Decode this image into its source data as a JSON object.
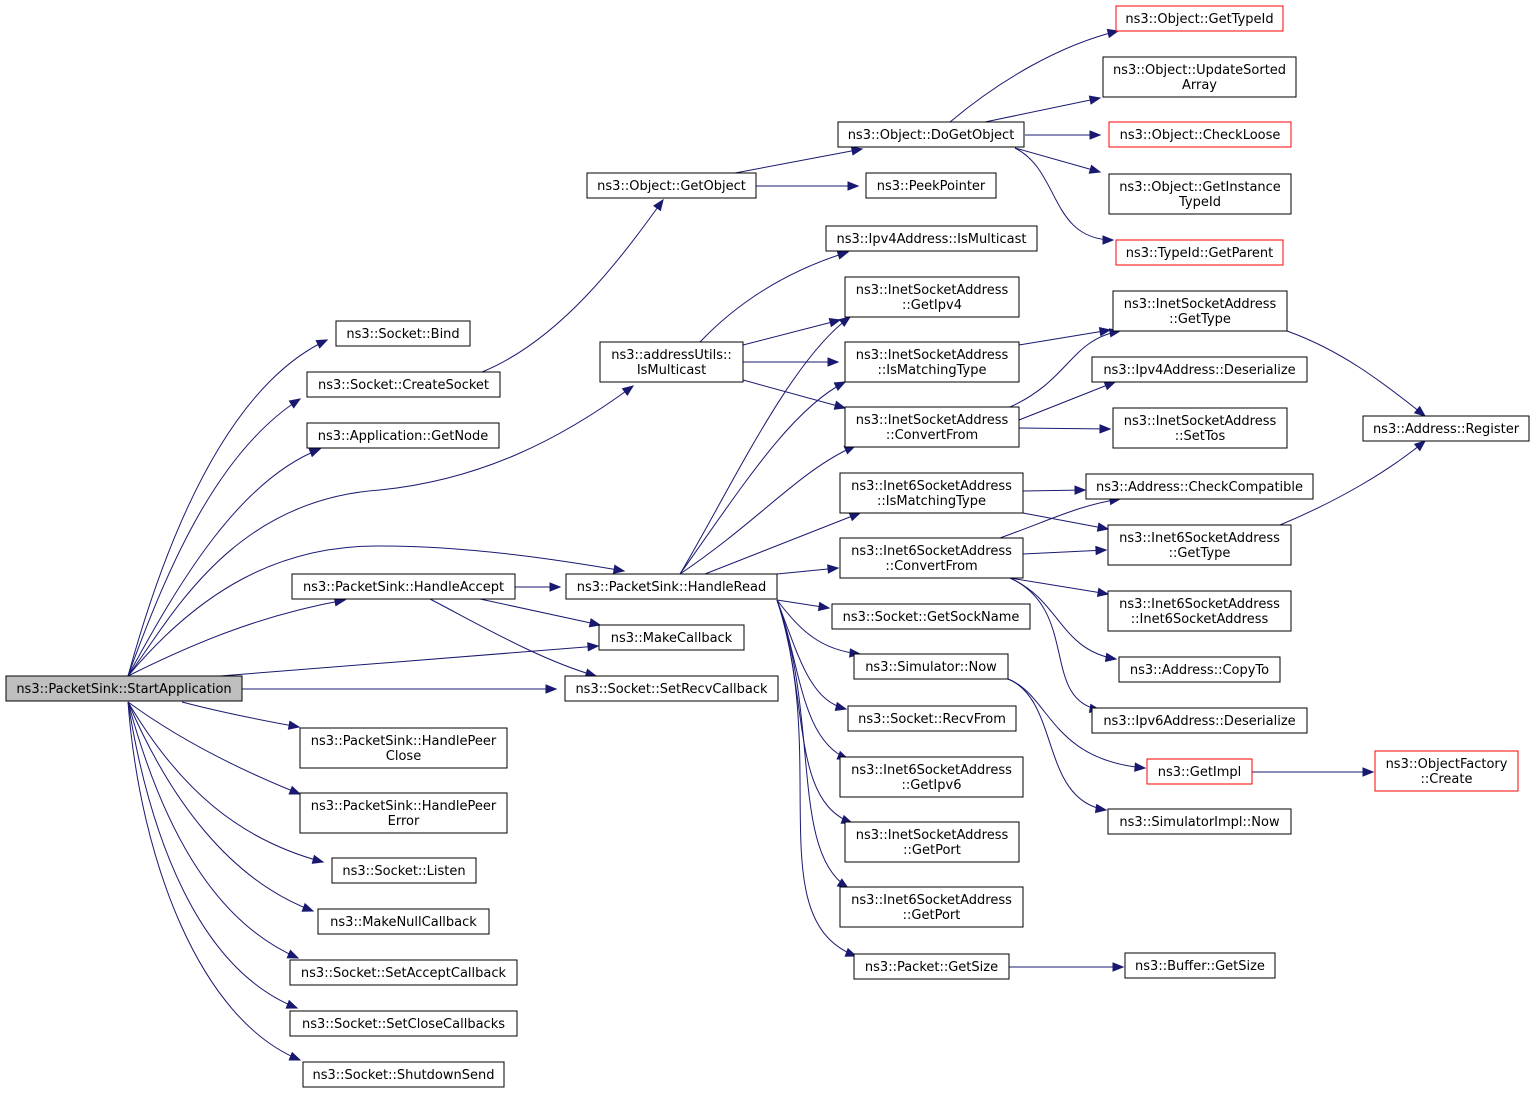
{
  "graph": {
    "nodes": {
      "start": {
        "lines": [
          "ns3::PacketSink::StartApplication"
        ],
        "focus": true
      },
      "bind": {
        "lines": [
          "ns3::Socket::Bind"
        ]
      },
      "createSocket": {
        "lines": [
          "ns3::Socket::CreateSocket"
        ]
      },
      "getNode": {
        "lines": [
          "ns3::Application::GetNode"
        ]
      },
      "handleAccept": {
        "lines": [
          "ns3::PacketSink::HandleAccept"
        ]
      },
      "handlePeerClose": {
        "lines": [
          "ns3::PacketSink::HandlePeer",
          "Close"
        ]
      },
      "handlePeerError": {
        "lines": [
          "ns3::PacketSink::HandlePeer",
          "Error"
        ]
      },
      "listen": {
        "lines": [
          "ns3::Socket::Listen"
        ]
      },
      "makeNullCallback": {
        "lines": [
          "ns3::MakeNullCallback"
        ]
      },
      "setAcceptCallback": {
        "lines": [
          "ns3::Socket::SetAcceptCallback"
        ]
      },
      "setCloseCallbacks": {
        "lines": [
          "ns3::Socket::SetCloseCallbacks"
        ]
      },
      "shutdownSend": {
        "lines": [
          "ns3::Socket::ShutdownSend"
        ]
      },
      "getObject": {
        "lines": [
          "ns3::Object::GetObject"
        ]
      },
      "isMulticastUtils": {
        "lines": [
          "ns3::addressUtils::",
          "IsMulticast"
        ]
      },
      "handleRead": {
        "lines": [
          "ns3::PacketSink::HandleRead"
        ]
      },
      "makeCallback": {
        "lines": [
          "ns3::MakeCallback"
        ]
      },
      "setRecvCallback": {
        "lines": [
          "ns3::Socket::SetRecvCallback"
        ]
      },
      "doGetObject": {
        "lines": [
          "ns3::Object::DoGetObject"
        ]
      },
      "peekPointer": {
        "lines": [
          "ns3::PeekPointer"
        ]
      },
      "ipv4IsMulticast": {
        "lines": [
          "ns3::Ipv4Address::IsMulticast"
        ]
      },
      "inetGetIpv4": {
        "lines": [
          "ns3::InetSocketAddress",
          "::GetIpv4"
        ]
      },
      "inetIsMatchingType": {
        "lines": [
          "ns3::InetSocketAddress",
          "::IsMatchingType"
        ]
      },
      "inetConvertFrom": {
        "lines": [
          "ns3::InetSocketAddress",
          "::ConvertFrom"
        ]
      },
      "inet6IsMatchingType": {
        "lines": [
          "ns3::Inet6SocketAddress",
          "::IsMatchingType"
        ]
      },
      "inet6ConvertFrom": {
        "lines": [
          "ns3::Inet6SocketAddress",
          "::ConvertFrom"
        ]
      },
      "getSockName": {
        "lines": [
          "ns3::Socket::GetSockName"
        ]
      },
      "simNow": {
        "lines": [
          "ns3::Simulator::Now"
        ]
      },
      "recvFrom": {
        "lines": [
          "ns3::Socket::RecvFrom"
        ]
      },
      "inet6GetIpv6": {
        "lines": [
          "ns3::Inet6SocketAddress",
          "::GetIpv6"
        ]
      },
      "inetGetPort": {
        "lines": [
          "ns3::InetSocketAddress",
          "::GetPort"
        ]
      },
      "inet6GetPort": {
        "lines": [
          "ns3::Inet6SocketAddress",
          "::GetPort"
        ]
      },
      "packetGetSize": {
        "lines": [
          "ns3::Packet::GetSize"
        ]
      },
      "getTypeId": {
        "lines": [
          "ns3::Object::GetTypeId"
        ],
        "truncated": true
      },
      "updateSorted": {
        "lines": [
          "ns3::Object::UpdateSorted",
          "Array"
        ]
      },
      "checkLoose": {
        "lines": [
          "ns3::Object::CheckLoose"
        ],
        "truncated": true
      },
      "getInstanceTypeId": {
        "lines": [
          "ns3::Object::GetInstance",
          "TypeId"
        ]
      },
      "getParent": {
        "lines": [
          "ns3::TypeId::GetParent"
        ],
        "truncated": true
      },
      "inetGetType": {
        "lines": [
          "ns3::InetSocketAddress",
          "::GetType"
        ]
      },
      "ipv4Deserialize": {
        "lines": [
          "ns3::Ipv4Address::Deserialize"
        ]
      },
      "inetSetTos": {
        "lines": [
          "ns3::InetSocketAddress",
          "::SetTos"
        ]
      },
      "checkCompatible": {
        "lines": [
          "ns3::Address::CheckCompatible"
        ]
      },
      "inet6GetType": {
        "lines": [
          "ns3::Inet6SocketAddress",
          "::GetType"
        ]
      },
      "inet6Ctor": {
        "lines": [
          "ns3::Inet6SocketAddress",
          "::Inet6SocketAddress"
        ]
      },
      "copyTo": {
        "lines": [
          "ns3::Address::CopyTo"
        ]
      },
      "ipv6Deserialize": {
        "lines": [
          "ns3::Ipv6Address::Deserialize"
        ]
      },
      "getImpl": {
        "lines": [
          "ns3::GetImpl"
        ],
        "truncated": true
      },
      "simImplNow": {
        "lines": [
          "ns3::SimulatorImpl::Now"
        ]
      },
      "bufferGetSize": {
        "lines": [
          "ns3::Buffer::GetSize"
        ]
      },
      "register": {
        "lines": [
          "ns3::Address::Register"
        ]
      },
      "factoryCreate": {
        "lines": [
          "ns3::ObjectFactory",
          "::Create"
        ],
        "truncated": true
      }
    },
    "edges": [
      [
        "start",
        "bind"
      ],
      [
        "start",
        "createSocket"
      ],
      [
        "start",
        "getNode"
      ],
      [
        "start",
        "isMulticastUtils"
      ],
      [
        "start",
        "handleRead"
      ],
      [
        "start",
        "handleAccept"
      ],
      [
        "start",
        "makeCallback"
      ],
      [
        "start",
        "setRecvCallback"
      ],
      [
        "start",
        "handlePeerClose"
      ],
      [
        "start",
        "handlePeerError"
      ],
      [
        "start",
        "listen"
      ],
      [
        "start",
        "makeNullCallback"
      ],
      [
        "start",
        "setAcceptCallback"
      ],
      [
        "start",
        "setCloseCallbacks"
      ],
      [
        "start",
        "shutdownSend"
      ],
      [
        "createSocket",
        "getObject"
      ],
      [
        "getObject",
        "doGetObject"
      ],
      [
        "getObject",
        "peekPointer"
      ],
      [
        "doGetObject",
        "getTypeId"
      ],
      [
        "doGetObject",
        "updateSorted"
      ],
      [
        "doGetObject",
        "checkLoose"
      ],
      [
        "doGetObject",
        "getInstanceTypeId"
      ],
      [
        "doGetObject",
        "getParent"
      ],
      [
        "isMulticastUtils",
        "ipv4IsMulticast"
      ],
      [
        "isMulticastUtils",
        "inetGetIpv4"
      ],
      [
        "isMulticastUtils",
        "inetIsMatchingType"
      ],
      [
        "isMulticastUtils",
        "inetConvertFrom"
      ],
      [
        "handleAccept",
        "handleRead"
      ],
      [
        "handleAccept",
        "makeCallback"
      ],
      [
        "handleAccept",
        "setRecvCallback"
      ],
      [
        "handleRead",
        "inetGetIpv4"
      ],
      [
        "handleRead",
        "inetIsMatchingType"
      ],
      [
        "handleRead",
        "inetConvertFrom"
      ],
      [
        "handleRead",
        "inet6IsMatchingType"
      ],
      [
        "handleRead",
        "inet6ConvertFrom"
      ],
      [
        "handleRead",
        "getSockName"
      ],
      [
        "handleRead",
        "simNow"
      ],
      [
        "handleRead",
        "recvFrom"
      ],
      [
        "handleRead",
        "inet6GetIpv6"
      ],
      [
        "handleRead",
        "inetGetPort"
      ],
      [
        "handleRead",
        "inet6GetPort"
      ],
      [
        "handleRead",
        "packetGetSize"
      ],
      [
        "inetIsMatchingType",
        "inetGetType"
      ],
      [
        "inetConvertFrom",
        "inetGetType"
      ],
      [
        "inetConvertFrom",
        "ipv4Deserialize"
      ],
      [
        "inetConvertFrom",
        "inetSetTos"
      ],
      [
        "inet6IsMatchingType",
        "checkCompatible"
      ],
      [
        "inet6IsMatchingType",
        "inet6GetType"
      ],
      [
        "inet6ConvertFrom",
        "checkCompatible"
      ],
      [
        "inet6ConvertFrom",
        "inet6GetType"
      ],
      [
        "inet6ConvertFrom",
        "inet6Ctor"
      ],
      [
        "inet6ConvertFrom",
        "copyTo"
      ],
      [
        "inet6ConvertFrom",
        "ipv6Deserialize"
      ],
      [
        "simNow",
        "getImpl"
      ],
      [
        "simNow",
        "simImplNow"
      ],
      [
        "packetGetSize",
        "bufferGetSize"
      ],
      [
        "inetGetType",
        "register"
      ],
      [
        "inet6GetType",
        "register"
      ],
      [
        "getImpl",
        "factoryCreate"
      ]
    ]
  }
}
